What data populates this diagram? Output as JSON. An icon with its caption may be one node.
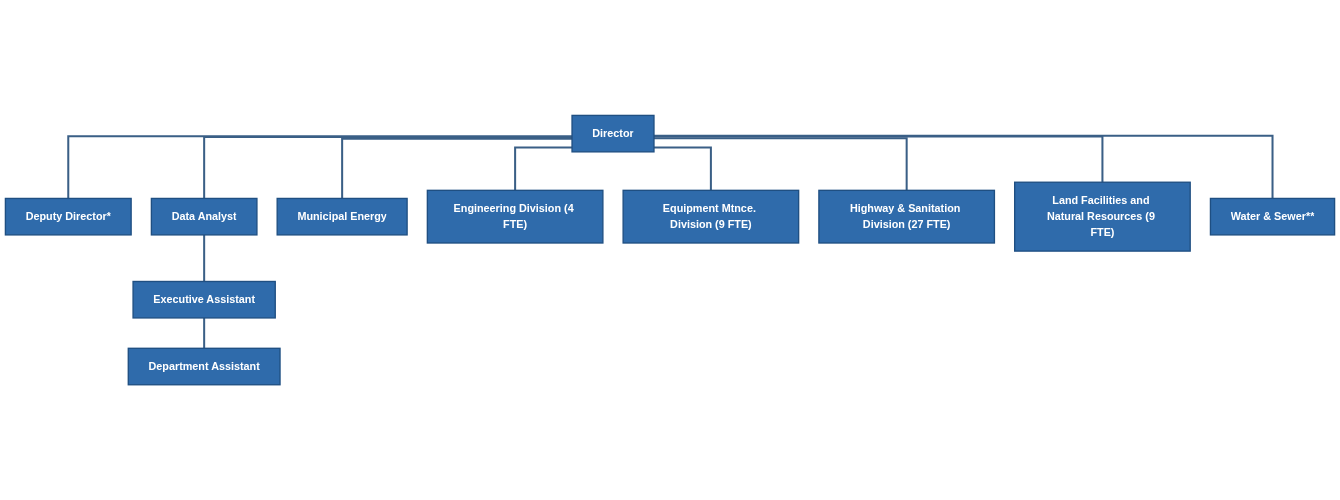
{
  "diagram": {
    "nodes": [
      {
        "text": [
          "Director"
        ]
      },
      {
        "text": [
          "Deputy Director*"
        ]
      },
      {
        "text": [
          "Data Analyst"
        ]
      },
      {
        "text": [
          "Executive Assistant"
        ]
      },
      {
        "text": [
          "Department Assistant"
        ]
      },
      {
        "text": [
          "Municipal Energy"
        ]
      },
      {
        "text": [
          "Engineering Division (4 FTE)"
        ]
      },
      {
        "text": [
          "Equipment Mtnce. Division (9 FTE)"
        ]
      },
      {
        "text": [
          "Highway & Sanitation Division (27 FTE)"
        ]
      },
      {
        "text": [
          "Land Facilities and Natural Resources (9 FTE)"
        ]
      },
      {
        "text": [
          "Water & Sewer**"
        ]
      }
    ],
    "edges": [
      {
        "from": 0,
        "to": 1,
        "arrow": "none"
      },
      {
        "from": 0,
        "to": 2,
        "arrow": "none"
      },
      {
        "from": 2,
        "to": 3,
        "arrow": "none"
      },
      {
        "from": 3,
        "to": 4,
        "arrow": "none"
      },
      {
        "from": 0,
        "to": 5,
        "arrow": "none"
      },
      {
        "from": 0,
        "to": 6,
        "arrow": "none"
      },
      {
        "from": 0,
        "to": 7,
        "arrow": "none"
      },
      {
        "from": 0,
        "to": 8,
        "arrow": "none"
      },
      {
        "from": 0,
        "to": 9,
        "arrow": "none"
      },
      {
        "from": 0,
        "to": 10,
        "arrow": "none"
      }
    ]
  }
}
